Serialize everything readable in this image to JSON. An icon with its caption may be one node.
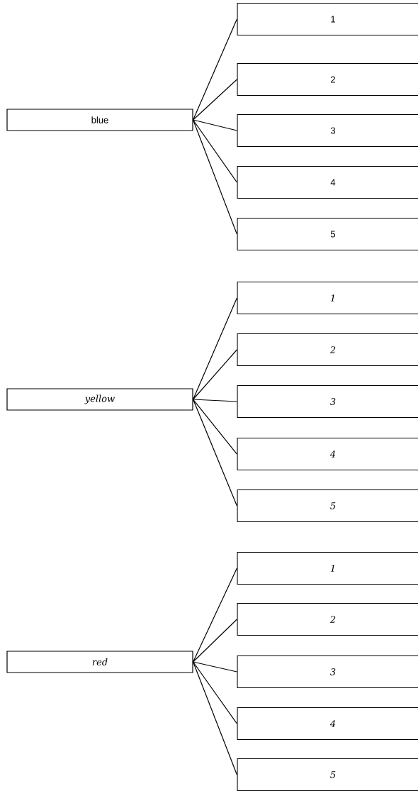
{
  "diagram": {
    "nodes": [
      {
        "text": [
          "blue"
        ]
      },
      {
        "text": [
          "1"
        ]
      },
      {
        "text": [
          "2"
        ]
      },
      {
        "text": [
          "3"
        ]
      },
      {
        "text": [
          "4"
        ]
      },
      {
        "text": [
          "5"
        ]
      },
      {
        "text": [
          "yellow"
        ]
      },
      {
        "text": [
          "1"
        ]
      },
      {
        "text": [
          "2"
        ]
      },
      {
        "text": [
          "3"
        ]
      },
      {
        "text": [
          "4"
        ]
      },
      {
        "text": [
          "5"
        ]
      },
      {
        "text": [
          "red"
        ]
      },
      {
        "text": [
          "1"
        ]
      },
      {
        "text": [
          "2"
        ]
      },
      {
        "text": [
          "3"
        ]
      },
      {
        "text": [
          "4"
        ]
      },
      {
        "text": [
          "5"
        ]
      }
    ],
    "edges": [
      {
        "from": 0,
        "to": 1,
        "arrow": "none"
      },
      {
        "from": 0,
        "to": 2,
        "arrow": "none"
      },
      {
        "from": 0,
        "to": 3,
        "arrow": "none"
      },
      {
        "from": 0,
        "to": 4,
        "arrow": "none"
      },
      {
        "from": 0,
        "to": 5,
        "arrow": "none"
      },
      {
        "from": 6,
        "to": 7,
        "arrow": "none"
      },
      {
        "from": 6,
        "to": 8,
        "arrow": "none"
      },
      {
        "from": 6,
        "to": 9,
        "arrow": "none"
      },
      {
        "from": 6,
        "to": 10,
        "arrow": "none"
      },
      {
        "from": 6,
        "to": 11,
        "arrow": "none"
      },
      {
        "from": 12,
        "to": 13,
        "arrow": "none"
      },
      {
        "from": 12,
        "to": 14,
        "arrow": "none"
      },
      {
        "from": 12,
        "to": 15,
        "arrow": "none"
      },
      {
        "from": 12,
        "to": 16,
        "arrow": "none"
      },
      {
        "from": 12,
        "to": 17,
        "arrow": "none"
      }
    ]
  }
}
